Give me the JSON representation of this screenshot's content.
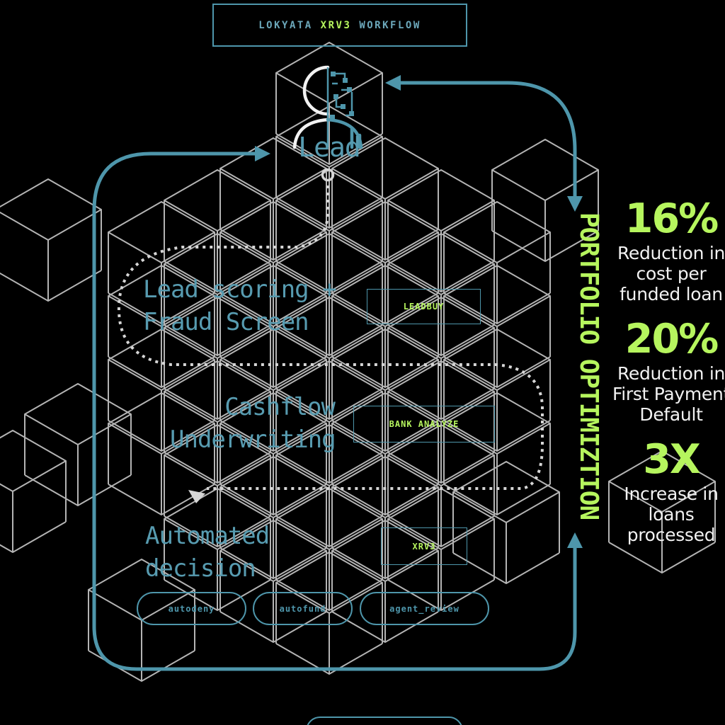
{
  "title": {
    "part1": "LOKYATA ",
    "highlight": "XRV3",
    "part2": " WORKFLOW"
  },
  "lead": {
    "label": "Lead",
    "icon": "person-half-circuit"
  },
  "stages": [
    {
      "lines": [
        "Lead scoring +",
        "Fraud Screen"
      ],
      "tag": "LEADBUY"
    },
    {
      "lines": [
        "Cashflow",
        "Underwriting"
      ],
      "tag": "BANK ANALYZE"
    },
    {
      "lines": [
        "Automated",
        "decision"
      ],
      "tag": "XRV3"
    }
  ],
  "outcomes": [
    {
      "label": "autodeny"
    },
    {
      "label": "autofund"
    },
    {
      "label": "agent_review"
    }
  ],
  "portfolio_label": "PORTFOLIO OPTIMIZTION",
  "stats": [
    {
      "value": "16%",
      "lines": [
        "Reduction in",
        "cost per",
        "funded loan"
      ]
    },
    {
      "value": "20%",
      "lines": [
        "Reduction in",
        "First Payment",
        "Default"
      ]
    },
    {
      "value": "3X",
      "lines": [
        "Increase in",
        "loans",
        "processed"
      ]
    }
  ],
  "colors": {
    "background": "#000000",
    "teal_line": "#4e96ab",
    "teal_text": "#579bb0",
    "title_teal": "#6ca8bb",
    "green": "#b6f55e",
    "lattice_gray": "#b4b4b4",
    "dotted_gray": "#d6d6d6",
    "white": "#f2f2f2"
  }
}
